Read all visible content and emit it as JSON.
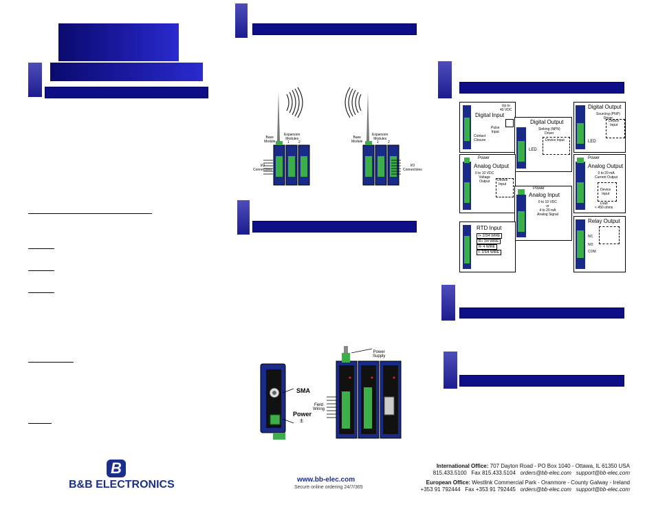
{
  "colors": {
    "navy": "#0d0d85",
    "tab": "#2a2aa0",
    "module_blue": "#1a2a88",
    "terminal_green": "#3cae4a"
  },
  "diagram_wireless": {
    "left_labels": {
      "base": "Base\nModule",
      "expansion": "Expansion\nModules",
      "n1": "1",
      "n2": "2",
      "io": "I/O\nConnections"
    },
    "right_labels": {
      "base": "Base\nModule",
      "expansion": "Expansion\nModules",
      "n1": "1",
      "n2": "2",
      "io": "I/O\nConnections"
    }
  },
  "diagram_wiring": {
    "digital_input": {
      "title": "Digital Input",
      "up_to": "Up to\n40 VDC",
      "pulse": "Pulse\nInput",
      "contact": "Contact\nClosure"
    },
    "digital_output_sinking": {
      "title": "Digital Output",
      "sub": "Sinking (NPN)\nDriver",
      "device": "Device Input",
      "led": "LED"
    },
    "digital_output_sourcing": {
      "title": "Digital Output",
      "sub": "Sourcing (PNP)\nDriver",
      "device": "Device\nInput",
      "led": "LED"
    },
    "analog_output_voltage": {
      "power": "Power",
      "title": "Analog Output",
      "sub": "0 to 10 VDC\nVoltage\nOutput",
      "device": "Device\nInput"
    },
    "analog_input": {
      "power": "Power",
      "title": "Analog Input",
      "sub": "0 to 10 VDC\nor\n4 to 20 mA\nAnalog Signal"
    },
    "analog_output_current": {
      "power": "Power",
      "title": "Analog Output",
      "sub": "0 to 20 mA\nCurrent Output",
      "device": "Device\nInput",
      "load": "Load\n< 450 ohms"
    },
    "rtd_input": {
      "title": "RTD Input",
      "rows": [
        "I+ 2/3/4 WIRE",
        "R+ 3/4 WIRE",
        "R- 4 WIRE",
        "I- 2/3/4 WIRE"
      ]
    },
    "relay_output": {
      "title": "Relay Output",
      "nc": "NC",
      "no": "NO",
      "com": "COM"
    }
  },
  "diagram_hardware": {
    "sma": "SMA",
    "power": "Power",
    "plusminus": "±",
    "power_supply": "Power\nSupply",
    "field_wiring": "Field\nWiring"
  },
  "footer": {
    "logo_b": "B",
    "logo_text": "B&B ELECTRONICS",
    "website": "www.bb-elec.com",
    "tagline": "Secure online ordering 24/7/365",
    "intl_label": "International Office:",
    "intl_address": "707 Dayton Road - PO Box 1040 - Ottawa, IL 61350 USA",
    "intl_phone": "815.433.5100",
    "intl_fax": "Fax 815.433.5104",
    "intl_orders": "orders@bb-elec.com",
    "intl_support": "support@bb-elec.com",
    "eu_label": "European Office:",
    "eu_address": "Westlink Commercial Park - Oranmore - County Galway - Ireland",
    "eu_phone": "+353 91 792444",
    "eu_fax": "Fax +353 91 792445",
    "eu_orders": "orders@bb-elec.com",
    "eu_support": "support@bb-elec.com"
  }
}
